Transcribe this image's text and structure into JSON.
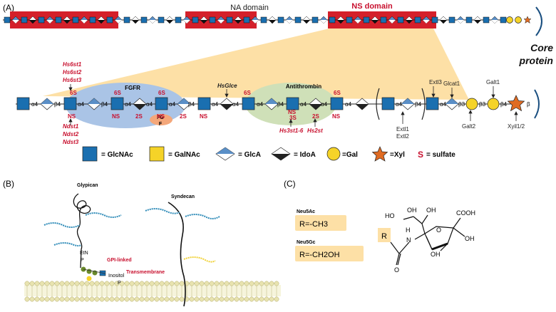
{
  "panels": {
    "a": "(A)",
    "b": "(B)",
    "c": "(C)"
  },
  "top_chain": {
    "na_domain": "NA domain",
    "ns_domain": "NS domain",
    "core_protein_line1": "Core",
    "core_protein_line2": "protein"
  },
  "detail_chain": {
    "alpha": "α4",
    "beta": "β4",
    "beta3": "β3",
    "beta_end": "β",
    "ns": "NS",
    "s6": "6S",
    "s2": "2S",
    "s3": "3S",
    "fgfr": "FGFR",
    "fgf_line1": "FG",
    "fgf_line2": "F",
    "antithrombin": "Antithrombin"
  },
  "enzymes": {
    "hs6st1": "Hs6st1",
    "hs6st2": "Hs6st2",
    "hs6st3": "Hs6st3",
    "ndst1": "Ndst1",
    "ndst2": "Ndst2",
    "ndst3": "Ndst3",
    "hsglce": "HsGlce",
    "hs3st": "Hs3st1-6",
    "hs2st": "Hs2st",
    "extl3": "Extl3",
    "glcat1": "Glcat1",
    "galt1": "Galt1",
    "extl1": "Extl1",
    "extl2": "Extl2",
    "galt2": "Galt2",
    "xyl": "Xyil1/2"
  },
  "legend": {
    "glcnac": "= GlcNAc",
    "galnac": "= GalNAc",
    "glca": "= GlcA",
    "idoa": "= IdoA",
    "gal": "=Gal",
    "xyl": "=Xyl",
    "sulfate_symbol": "S",
    "sulfate": "= sulfate"
  },
  "panel_b": {
    "glypican": "Glypican",
    "syndecan": "Syndecan",
    "etn": "EtN",
    "p": "P",
    "gpi": "GPI-linked",
    "inositol": "Inositol",
    "transmembrane": "Transmembrane"
  },
  "panel_c": {
    "neu5ac": "Neu5Ac",
    "neu5ac_r": "R=-CH3",
    "neu5gc": "Neu5Gc",
    "neu5gc_r": "R=-CH2OH",
    "r": "R",
    "ho1": "HO",
    "oh1": "OH",
    "oh2": "OH",
    "cooh": "COOH",
    "oh3": "OH",
    "oh4": "OH",
    "h": "H",
    "n": "N",
    "o_ring": "O",
    "o_carbonyl": "O"
  },
  "colors": {
    "glcnac": "#1a6fb0",
    "galnac": "#f5d328",
    "ns_band": "#d4202a",
    "gal": "#f5d328",
    "xyl": "#e06b22",
    "sulfate_text": "#c8102e",
    "fgfr_ellipse": "#aac4e6",
    "antithrombin_ellipse": "#cfe0b8",
    "fgf_ellipse": "#f4a77a",
    "wedge": "#fde0a6",
    "r_box": "#fde0a6"
  }
}
